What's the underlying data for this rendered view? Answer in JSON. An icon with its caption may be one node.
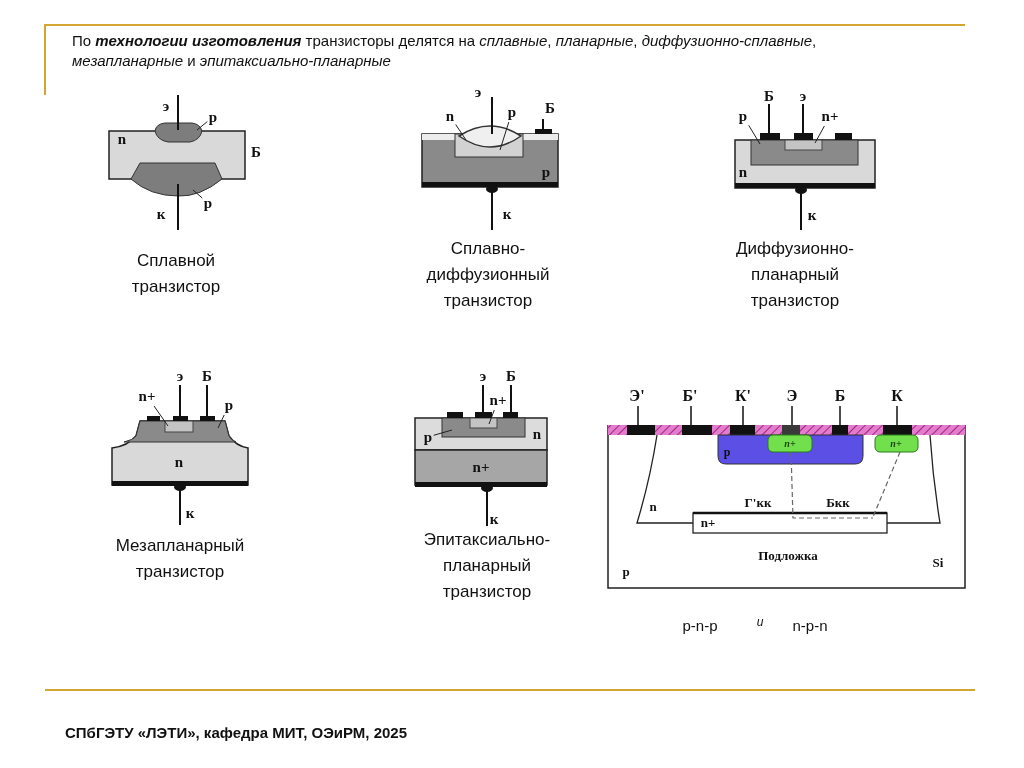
{
  "diagram": {
    "nodes": [
      {
        "text": [
          "p"
        ]
      },
      {
        "text": [
          "p"
        ]
      },
      {
        "text": [
          "n"
        ]
      },
      {
        "text": [
          "p"
        ]
      },
      {
        "text": [
          "p"
        ]
      },
      {
        "text": [
          "n+"
        ]
      },
      {
        "text": [
          "n+"
        ]
      },
      {
        "text": [
          "p"
        ]
      },
      {
        "text": [
          "n+"
        ]
      },
      {
        "text": [
          "p"
        ]
      }
    ],
    "edges": [
      {
        "from": 0,
        "to": null,
        "arrow": "none"
      },
      {
        "from": 1,
        "to": null,
        "arrow": "none"
      },
      {
        "from": 2,
        "to": null,
        "arrow": "none"
      },
      {
        "from": 3,
        "to": null,
        "arrow": "none"
      },
      {
        "from": 4,
        "to": null,
        "arrow": "none"
      },
      {
        "from": 5,
        "to": null,
        "arrow": "none"
      },
      {
        "from": 6,
        "to": null,
        "arrow": "none"
      },
      {
        "from": 7,
        "to": null,
        "arrow": "none"
      },
      {
        "from": 8,
        "to": null,
        "arrow": "none"
      },
      {
        "from": 9,
        "to": null,
        "arrow": "none"
      }
    ],
    "labels": [
      "По **технологии изготовления** транзисторы делятся на *сплавные*, *планарные*, *диффузионно-сплавные*, *мезапланарные* и *эпитаксиально-планарные*",
      "э",
      "n",
      "Б",
      "к",
      "Сплавной транзистор",
      "э",
      "Б",
      "p",
      "к",
      "Сплавно- диффузионный транзистор",
      "Б",
      "э",
      "n",
      "к",
      "Диффузионно- планарный транзистор",
      "э",
      "Б",
      "n",
      "к",
      "Мезапланарный транзистор",
      "э",
      "Б",
      "n",
      "n+",
      "к",
      "Эпитаксиально- планарный транзистор",
      "Э'",
      "Б'",
      "К'",
      "Э",
      "Б",
      "К",
      "n+",
      "p",
      "n+",
      "n",
      "Г'кк",
      "Бкк",
      "n+",
      "Подложка",
      "p",
      "Si",
      "p-n-p",
      "и",
      "n-p-n",
      "СПбГЭТУ «ЛЭТИ», кафедра МИТ, ОЭиРМ, 2025"
    ]
  }
}
